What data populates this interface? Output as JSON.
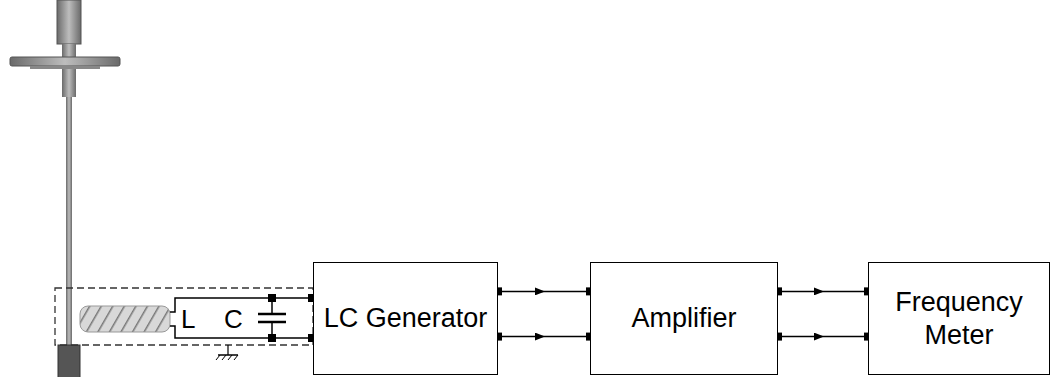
{
  "diagram": {
    "nodes": [
      {
        "text": [
          "LC Generator"
        ]
      },
      {
        "text": [
          "Amplifier"
        ]
      },
      {
        "text": [
          "Frequency Meter"
        ]
      }
    ],
    "edges": [
      {
        "from": 0,
        "to": 1,
        "arrow": "to"
      },
      {
        "from": 0,
        "to": 1,
        "arrow": "to"
      },
      {
        "from": 1,
        "to": 2,
        "arrow": "to"
      },
      {
        "from": 1,
        "to": 2,
        "arrow": "to"
      }
    ],
    "labels": [
      "L",
      "C"
    ]
  }
}
